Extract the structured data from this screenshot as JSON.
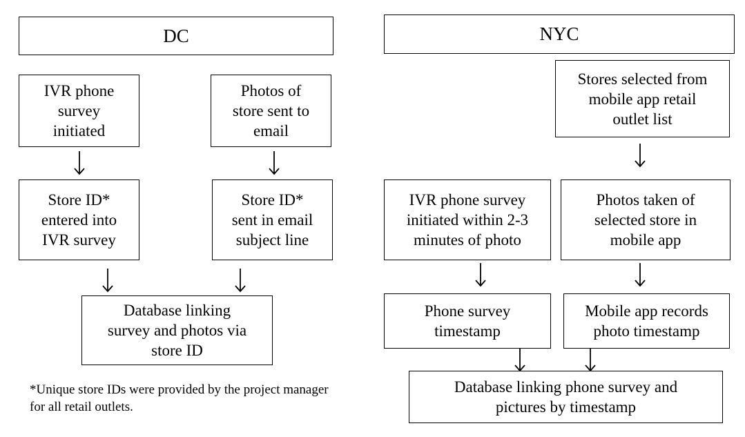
{
  "dc": {
    "title": "DC",
    "box_ivr": "IVR phone\nsurvey\ninitiated",
    "box_photos": "Photos of\nstore sent to\nemail",
    "box_storeid_ivr": "Store ID*\nentered into\nIVR survey",
    "box_storeid_email": "Store ID*\nsent in email\nsubject line",
    "box_database": "Database linking\nsurvey and photos via\nstore ID",
    "footnote": "*Unique store IDs were provided by the project manager\nfor all retail outlets."
  },
  "nyc": {
    "title": "NYC",
    "box_stores": "Stores selected from\nmobile app retail\noutlet list",
    "box_ivr": "IVR phone survey\ninitiated within 2-3\nminutes of photo",
    "box_photos": "Photos taken of\nselected store in\nmobile app",
    "box_phone_ts": "Phone survey\ntimestamp",
    "box_app_ts": "Mobile app records\nphoto timestamp",
    "box_database": "Database linking phone survey and\npictures by timestamp"
  }
}
